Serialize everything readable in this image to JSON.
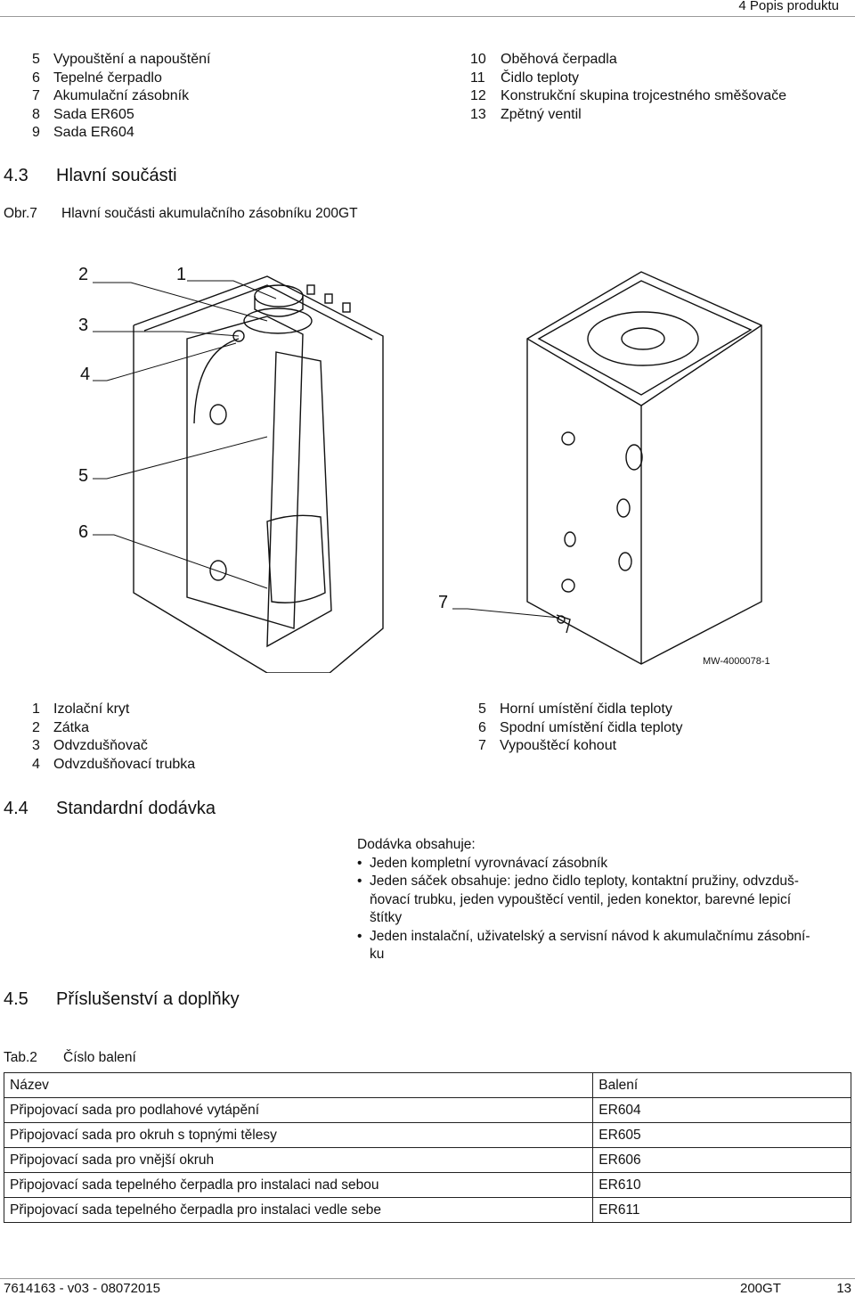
{
  "header": {
    "page_section": "4   Popis produktu"
  },
  "top_list_left": [
    {
      "num": "5",
      "text": "Vypouštění a napouštění"
    },
    {
      "num": "6",
      "text": "Tepelné čerpadlo"
    },
    {
      "num": "7",
      "text": "Akumulační zásobník"
    },
    {
      "num": "8",
      "text": "Sada ER605"
    },
    {
      "num": "9",
      "text": "Sada ER604"
    }
  ],
  "top_list_right": [
    {
      "num": "10",
      "text": "Oběhová čerpadla"
    },
    {
      "num": "11",
      "text": "Čidlo teploty"
    },
    {
      "num": "12",
      "text": "Konstrukční skupina trojcestného směšovače"
    },
    {
      "num": "13",
      "text": "Zpětný ventil"
    }
  ],
  "sec43": {
    "num": "4.3",
    "title": "Hlavní součásti"
  },
  "figure": {
    "label": "Obr.7",
    "caption": "Hlavní součásti akumulačního zásobníku 200GT",
    "callouts": [
      "1",
      "2",
      "3",
      "4",
      "5",
      "6",
      "7"
    ],
    "code": "MW-4000078-1"
  },
  "legend_left": [
    {
      "num": "1",
      "text": "Izolační kryt"
    },
    {
      "num": "2",
      "text": "Zátka"
    },
    {
      "num": "3",
      "text": "Odvzdušňovač"
    },
    {
      "num": "4",
      "text": "Odvzdušňovací trubka"
    }
  ],
  "legend_right": [
    {
      "num": "5",
      "text": "Horní umístění čidla teploty"
    },
    {
      "num": "6",
      "text": "Spodní umístění čidla teploty"
    },
    {
      "num": "7",
      "text": "Vypouštěcí kohout"
    }
  ],
  "sec44": {
    "num": "4.4",
    "title": "Standardní dodávka"
  },
  "delivery": {
    "heading": "Dodávka obsahuje:",
    "items": [
      [
        "Jeden kompletní vyrovnávací zásobník"
      ],
      [
        "Jeden sáček obsahuje: jedno čidlo teploty, kontaktní pružiny, odvzduš-",
        "ňovací trubku, jeden vypouštěcí ventil, jeden konektor, barevné lepicí",
        "štítky"
      ],
      [
        "Jeden instalační, uživatelský a servisní návod k akumulačnímu zásobní-",
        "ku"
      ]
    ]
  },
  "sec45": {
    "num": "4.5",
    "title": "Příslušenství a doplňky"
  },
  "table": {
    "label": "Tab.2",
    "caption": "Číslo balení",
    "columns": [
      "Název",
      "Balení"
    ],
    "rows": [
      [
        "Připojovací sada pro podlahové vytápění",
        "ER604"
      ],
      [
        "Připojovací sada pro okruh s topnými tělesy",
        "ER605"
      ],
      [
        "Připojovací sada pro vnější okruh",
        "ER606"
      ],
      [
        "Připojovací sada tepelného čerpadla pro instalaci nad sebou",
        "ER610"
      ],
      [
        "Připojovací sada tepelného čerpadla pro instalaci vedle sebe",
        "ER611"
      ]
    ]
  },
  "footer": {
    "doc": "7614163 - v03 - 08072015",
    "model": "200GT",
    "page": "13"
  }
}
